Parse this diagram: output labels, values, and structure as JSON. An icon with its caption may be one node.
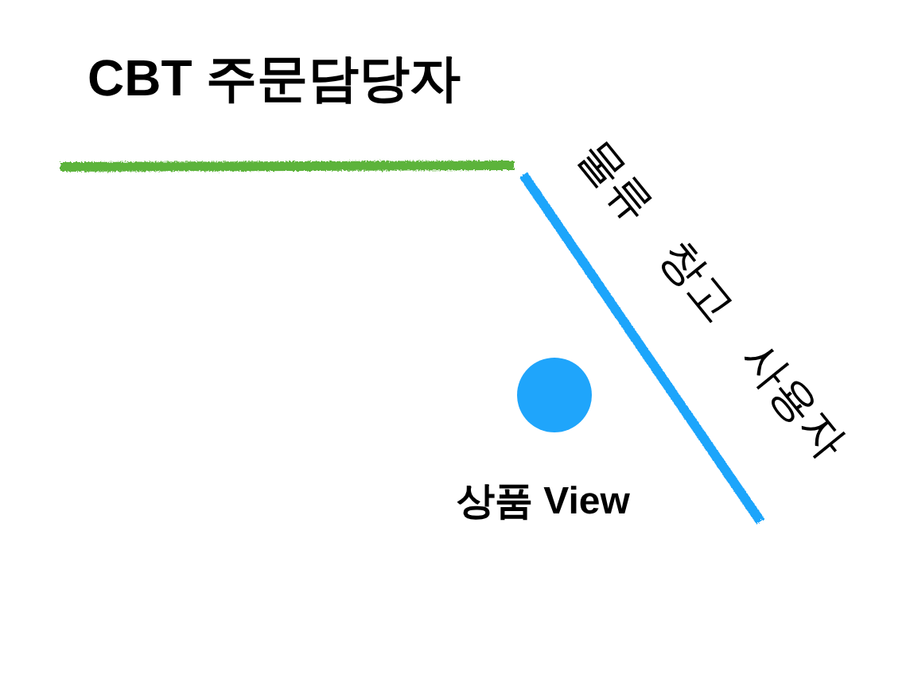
{
  "diagram": {
    "nodes": [
      {
        "text": [],
        "shape": "circle",
        "beside": [
          "상품 View"
        ]
      }
    ],
    "labels": [
      "CBT 주문담당자",
      "물류",
      "창고",
      "사용자"
    ]
  }
}
